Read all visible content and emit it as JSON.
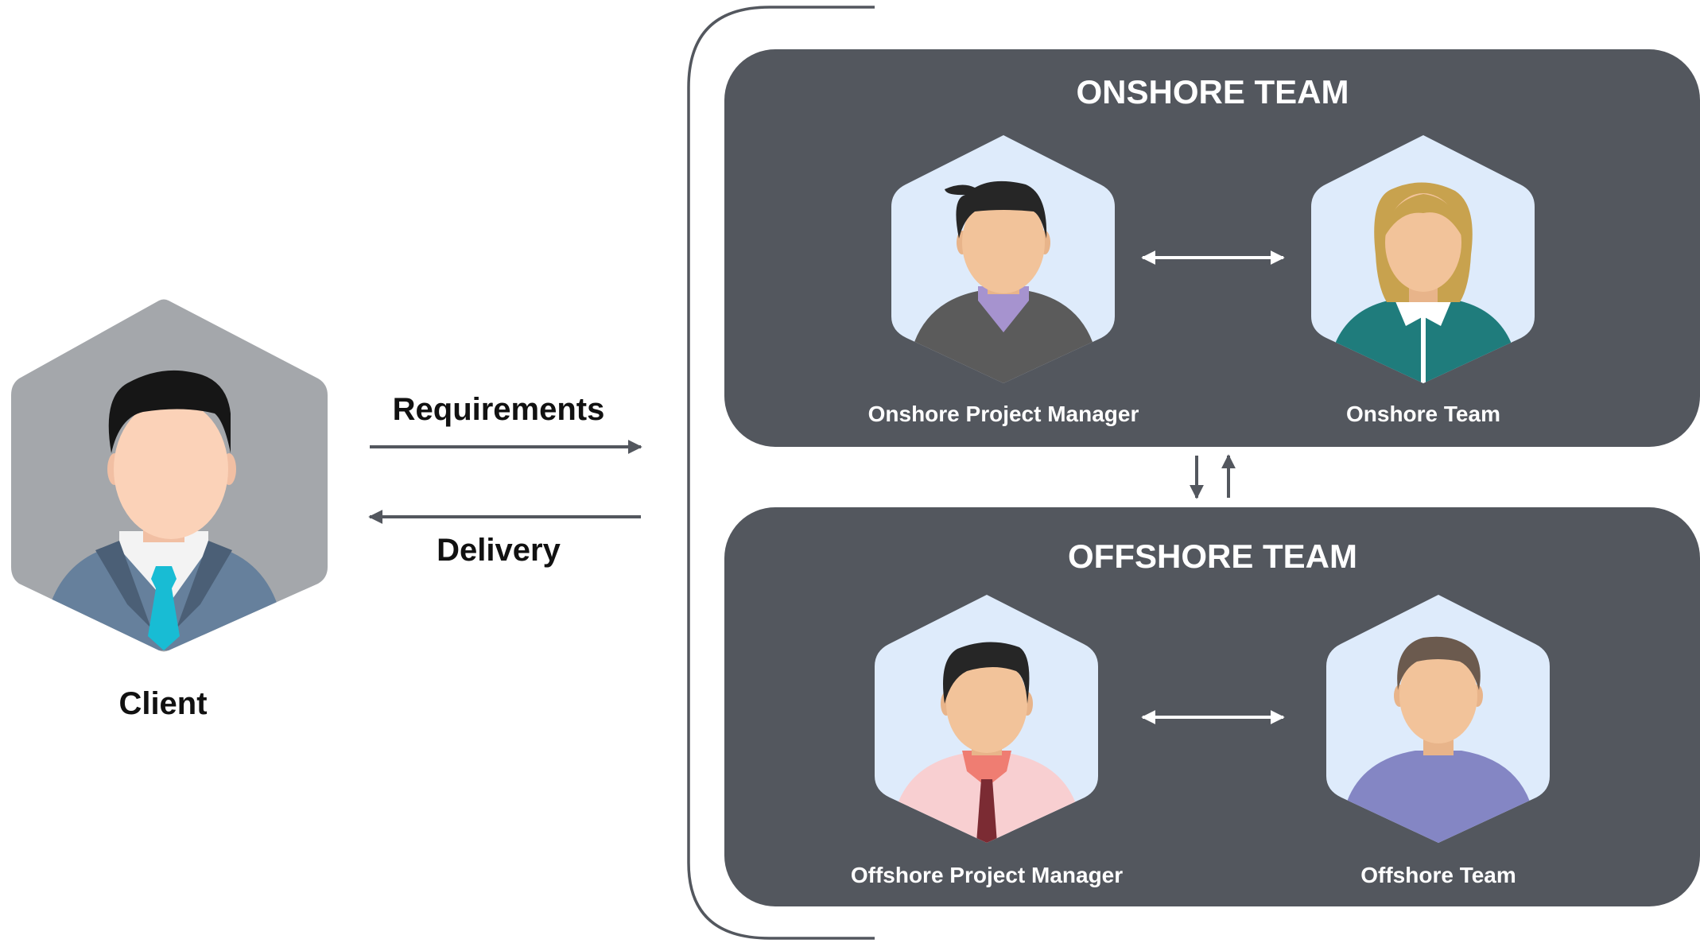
{
  "diagram": {
    "client": {
      "label": "Client"
    },
    "flows": {
      "requirements_label": "Requirements",
      "delivery_label": "Delivery"
    },
    "onshore": {
      "title": "ONSHORE TEAM",
      "members": [
        {
          "label": "Onshore Project Manager",
          "icon": "male-manager-icon"
        },
        {
          "label": "Onshore Team",
          "icon": "female-team-member-icon"
        }
      ]
    },
    "offshore": {
      "title": "OFFSHORE TEAM",
      "members": [
        {
          "label": "Offshore Project Manager",
          "icon": "male-manager-tie-icon"
        },
        {
          "label": "Offshore Team",
          "icon": "male-team-member-icon"
        }
      ]
    }
  },
  "colors": {
    "panel": "#53575e",
    "bracket": "#53575e",
    "arrow": "#53575e",
    "hex_light": "#deebfb",
    "hex_client": "#a4a7ab",
    "skin": "#f2c39a",
    "client_skin": "#fbd2b8",
    "client_suit": "#66809c",
    "client_tie": "#18bcd4",
    "onshore_pm_shirt": "#a693cf",
    "onshore_pm_jacket": "#5b5b5b",
    "onshore_team_hair": "#c8a24e",
    "onshore_team_top": "#1f7c7c",
    "offshore_pm_shirt": "#f8cfd1",
    "offshore_pm_tie": "#7b2b33",
    "offshore_team_top": "#8486c4",
    "offshore_team_hair": "#6b5a4e"
  }
}
